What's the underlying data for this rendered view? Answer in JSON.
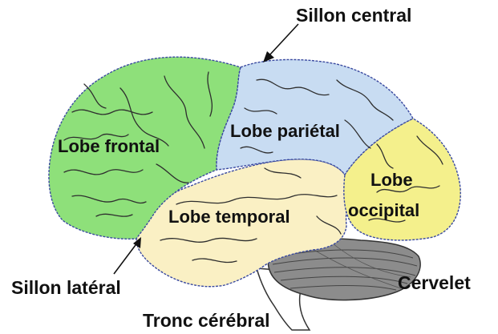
{
  "labels": {
    "frontal": "Lobe  frontal",
    "parietal": "Lobe pariétal",
    "temporal": "Lobe temporal",
    "occipital_1": "Lobe",
    "occipital_2": "occipital",
    "cervelet": "Cervelet",
    "sillon_central": "Sillon central",
    "sillon_lateral": "Sillon latéral",
    "tronc": "Tronc cérébral"
  },
  "colors": {
    "frontal": "#8ee07a",
    "parietal": "#c8dcf2",
    "temporal": "#faf0c4",
    "occipital": "#f4f08c",
    "cervelet": "#8c8c8c",
    "tronc": "#ffffff",
    "outline": "#3a4aa0",
    "gyri": "#2e2e2e"
  }
}
